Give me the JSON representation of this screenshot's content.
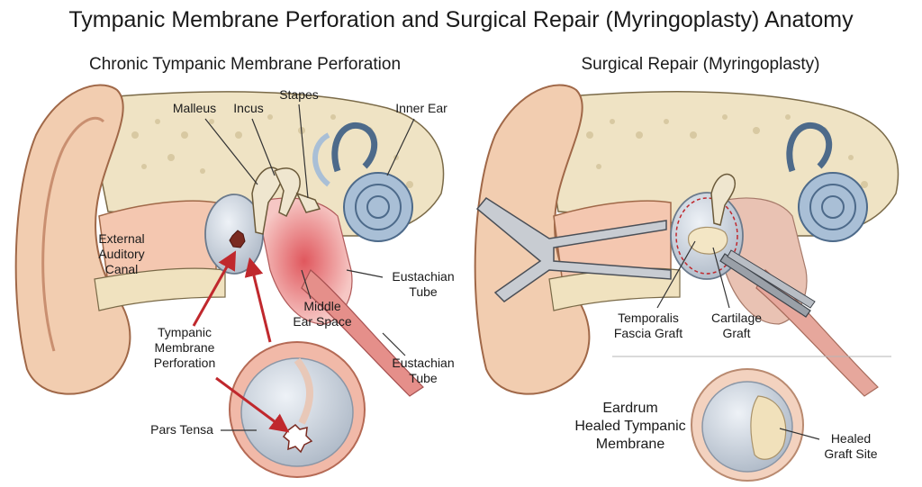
{
  "title": "Tympanic Membrane Perforation and Surgical Repair (Myringoplasty) Anatomy",
  "left": {
    "heading": "Chronic Tympanic Membrane Perforation",
    "labels": {
      "malleus": "Malleus",
      "incus": "Incus",
      "stapes": "Stapes",
      "inner_ear": "Inner Ear",
      "canal_1": "External",
      "canal_2": "Auditory",
      "canal_3": "Canal",
      "eustachian_1a": "Eustachian",
      "eustachian_1b": "Tube",
      "middle_1": "Middle",
      "middle_2": "Ear Space",
      "perf_1": "Tympanic",
      "perf_2": "Membrane",
      "perf_3": "Perforation",
      "eustachian_2a": "Eustachian",
      "eustachian_2b": "Tube",
      "pars_tensa": "Pars Tensa"
    }
  },
  "right": {
    "heading": "Surgical Repair (Myringoplasty)",
    "labels": {
      "fascia_1": "Temporalis",
      "fascia_2": "Fascia Graft",
      "cartilage_1": "Cartilage",
      "cartilage_2": "Graft",
      "eardrum": "Eardrum",
      "healed_1": "Healed Tympanic",
      "healed_2": "Membrane",
      "site_1": "Healed",
      "site_2": "Graft Site"
    }
  },
  "colors": {
    "skin": "#f2cdb0",
    "bone": "#efe6cf",
    "membrane": "#c9d3df",
    "inflamed": "#e8767a",
    "inner_ear": "#a9bfd6",
    "arrow": "#c0282d"
  }
}
